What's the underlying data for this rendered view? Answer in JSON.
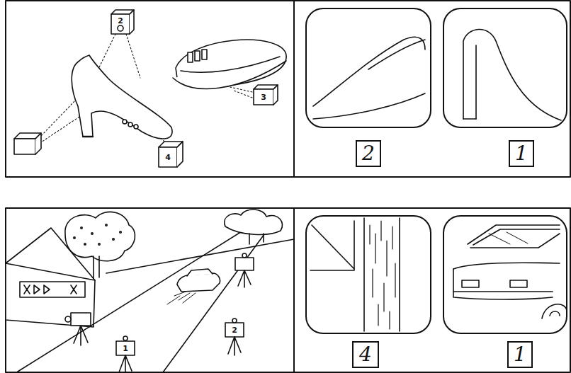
{
  "diagram": {
    "nodes": [
      {
        "text": [
          "2"
        ]
      },
      {
        "text": [
          "1"
        ]
      },
      {
        "text": [
          "4"
        ]
      },
      {
        "text": [
          "1"
        ]
      }
    ],
    "labels": [
      "2",
      "3",
      "4",
      "1",
      "2"
    ]
  }
}
